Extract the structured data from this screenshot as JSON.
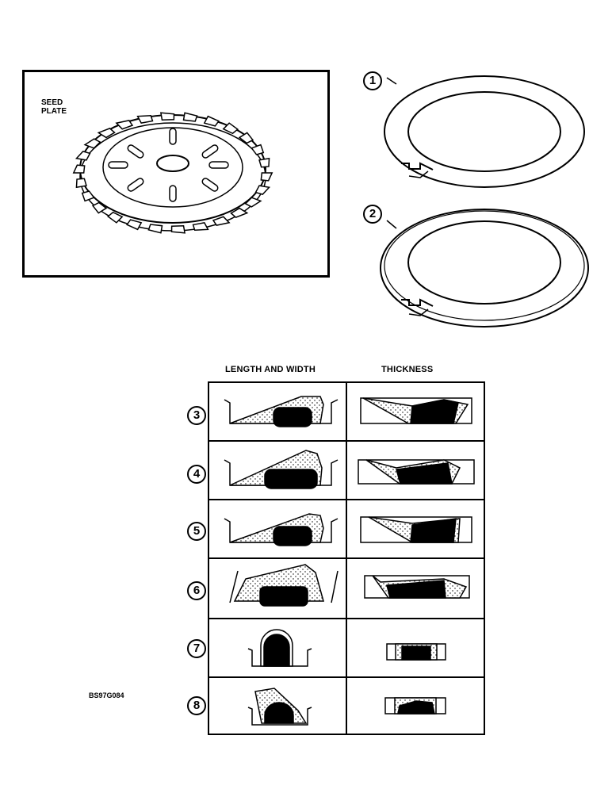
{
  "seed_plate_box": {
    "label_line1": "SEED",
    "label_line2": "PLATE"
  },
  "callouts": [
    "1",
    "2",
    "3",
    "4",
    "5",
    "6",
    "7",
    "8"
  ],
  "table": {
    "headers": [
      "LENGTH AND WIDTH",
      "THICKNESS"
    ],
    "rows": [
      "3",
      "4",
      "5",
      "6",
      "7",
      "8"
    ]
  },
  "figure_code": "BS97G084"
}
